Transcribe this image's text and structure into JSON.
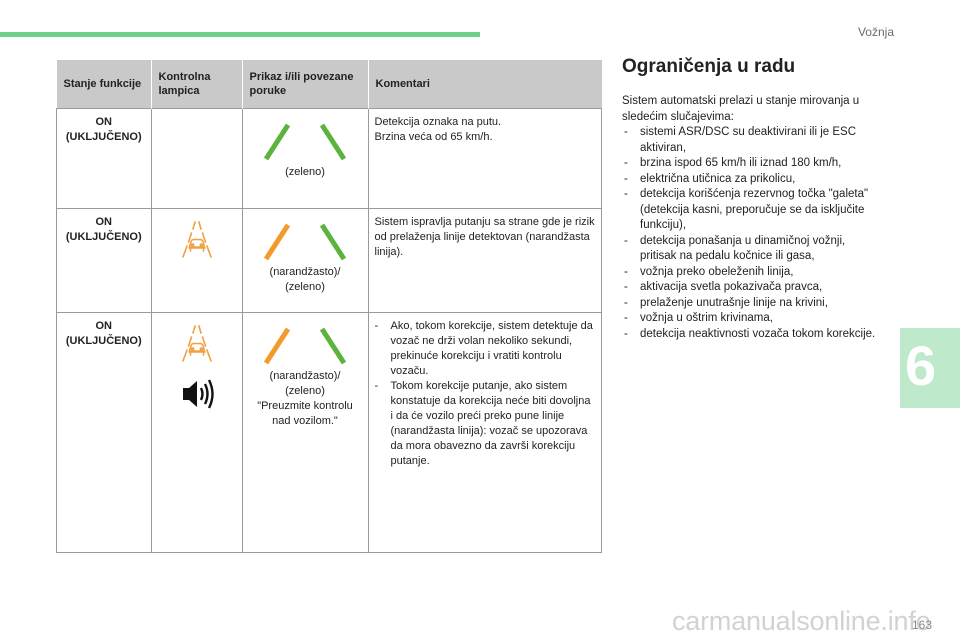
{
  "header": {
    "section_title": "Vožnja",
    "chapter_number": "6"
  },
  "table": {
    "columns": [
      "Stanje funkcije",
      "Kontrolna lampica",
      "Prikaz i/ili povezane poruke",
      "Komentari"
    ],
    "rows": [
      {
        "state": "ON (UKLJUČENO)",
        "lamp_icons": [],
        "display_caption": [
          "(zeleno)"
        ],
        "left_line_color": "#5ab43c",
        "right_line_color": "#5ab43c",
        "comments_plain": [
          "Detekcija oznaka na putu.",
          "Brzina veća od 65 km/h."
        ]
      },
      {
        "state": "ON (UKLJUČENO)",
        "lamp_icons": [
          "lane-warning-orange-icon"
        ],
        "display_caption": [
          "(narandžasto)/",
          "(zeleno)"
        ],
        "left_line_color": "#f39a2b",
        "right_line_color": "#5ab43c",
        "comments_plain": [
          "Sistem ispravlja putanju sa strane gde je rizik od prelaženja linije detektovan (narandžasta linija)."
        ]
      },
      {
        "state": "ON (UKLJUČENO)",
        "lamp_icons": [
          "lane-warning-orange-icon",
          "sound-icon"
        ],
        "display_caption": [
          "(narandžasto)/",
          "(zeleno)",
          "\"Preuzmite kontrolu nad vozilom.\""
        ],
        "left_line_color": "#f39a2b",
        "right_line_color": "#5ab43c",
        "comments_list": [
          "Ako, tokom korekcije, sistem detektuje da vozač ne drži volan nekoliko sekundi, prekinuće korekciju i vratiti kontrolu vozaču.",
          "Tokom korekcije putanje, ako sistem konstatuje da korekcija neće biti dovoljna i da će vozilo preći preko pune linije (narandžasta linija): vozač se upozorava da mora obavezno da završi korekciju putanje."
        ]
      }
    ]
  },
  "right_section": {
    "title": "Ograničenja u radu",
    "intro": "Sistem automatski prelazi u stanje mirovanja u sledećim slučajevima:",
    "items": [
      "sistemi ASR/DSC su deaktivirani ili je ESC aktiviran,",
      "brzina ispod 65 km/h ili iznad 180 km/h,",
      "električna utičnica za prikolicu,",
      "detekcija korišćenja rezervnog točka \"galeta\" (detekcija kasni, preporučuje se da isključite funkciju),",
      "detekcija ponašanja u dinamičnoj vožnji, pritisak na pedalu kočnice ili gasa,",
      "vožnja preko obeleženih linija,",
      "aktivacija svetla pokazivača pravca,",
      "prelaženje unutrašnje linije na krivini,",
      "vožnja u oštrim krivinama,",
      "detekcija neaktivnosti vozača tokom korekcije."
    ]
  },
  "footer": {
    "page_number": "163",
    "watermark": "carmanualsonline.info"
  }
}
